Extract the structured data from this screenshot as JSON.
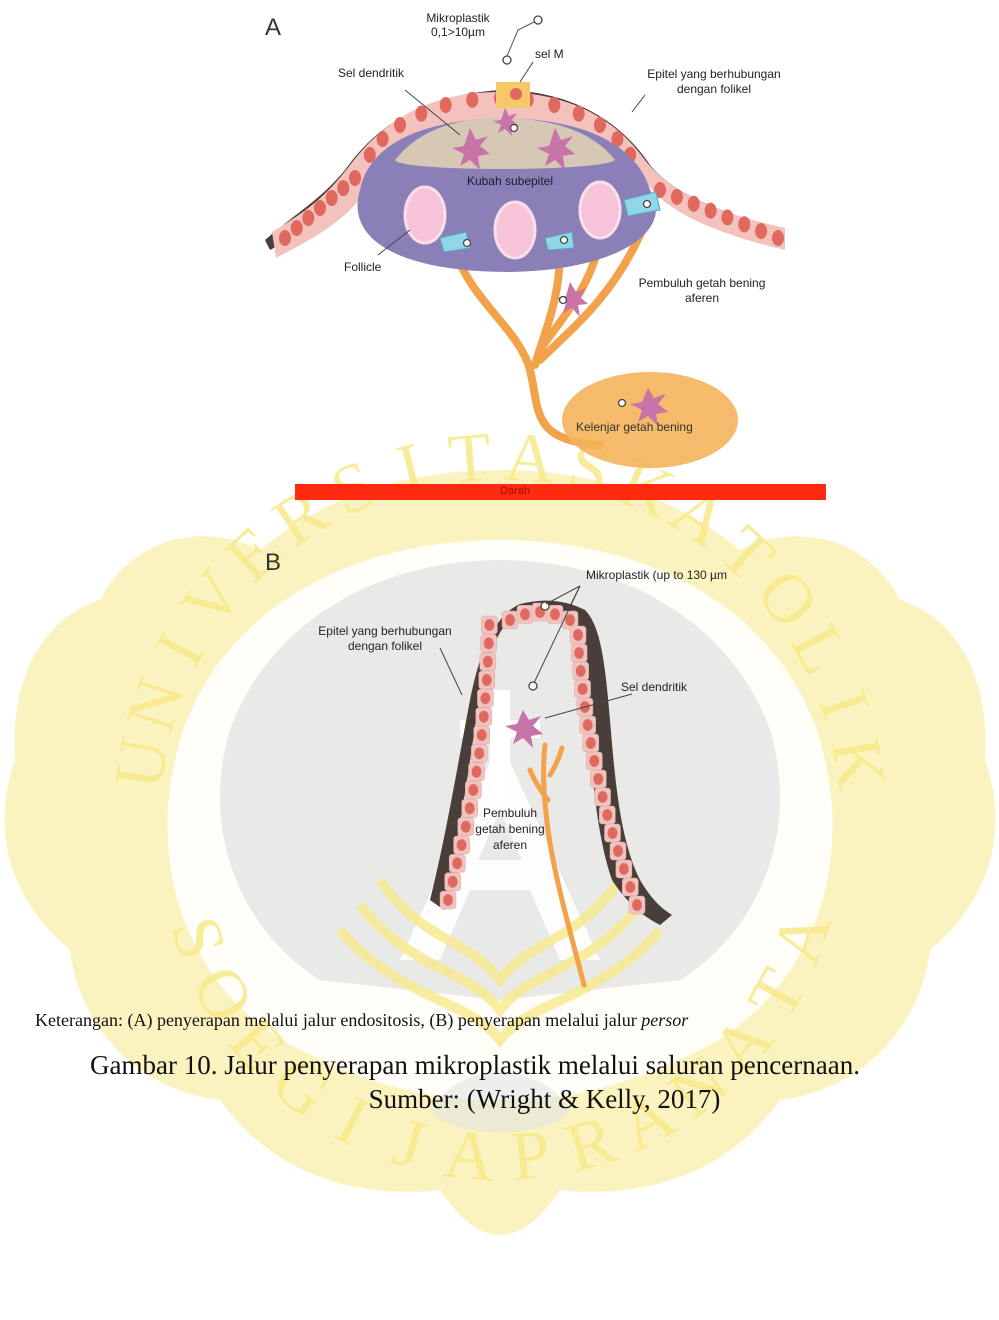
{
  "figure": {
    "panel_a": {
      "letter": "A",
      "microplastic": "Mikroplastik\n0,1>10µm",
      "m_cell": "sel M",
      "dendritic_cell": "Sel dendritik",
      "epithelium": "Epitel yang berhubungan\ndengan folikel",
      "dome": "Kubah subepitel",
      "follicle": "Follicle",
      "lymph_vessel": "Pembuluh getah bening\naferen",
      "lymph_node": "Kelenjar getah bening",
      "blood": "Darah"
    },
    "panel_b": {
      "letter": "B",
      "microplastic": "Mikroplastik (up to 130 µm",
      "epithelium": "Epitel yang berhubungan\ndengan folikel",
      "dendritic_cell": "Sel dendritik",
      "lymph_vessel": "Pembuluh\ngetah bening\naferen"
    }
  },
  "caption": {
    "note_prefix": "Keterangan: (A) penyerapan melalui jalur endositosis, (B) penyerapan melalui jalur ",
    "note_italic": "persor",
    "title": "Gambar 10. Jalur penyerapan mikroplastik melalui saluran pencernaan.",
    "source": "Sumber: (Wright & Kelly, 2017)"
  },
  "watermark": {
    "colors": {
      "yellow": "#f7e98a",
      "grey": "#e2e2e2"
    },
    "letters": [
      "U",
      "N",
      "I",
      "V",
      "E",
      "R",
      "S",
      "I",
      "T",
      "A",
      "S",
      "K",
      "A",
      "T",
      "O",
      "L",
      "I",
      "K",
      "S",
      "O",
      "E",
      "G",
      "I",
      "J",
      "A",
      "P",
      "R",
      "A",
      "N",
      "A",
      "T",
      "A"
    ]
  },
  "colors": {
    "dome": "#8b7fb8",
    "dome_top": "#d6c8b4",
    "follicle": "#f6c3d8",
    "cell": "#f4c2bd",
    "nucleus": "#e0685f",
    "vessel": "#f2a24a",
    "node": "#f4b25a",
    "blood": "#ff2a10",
    "dendritic": "#c874a8"
  }
}
